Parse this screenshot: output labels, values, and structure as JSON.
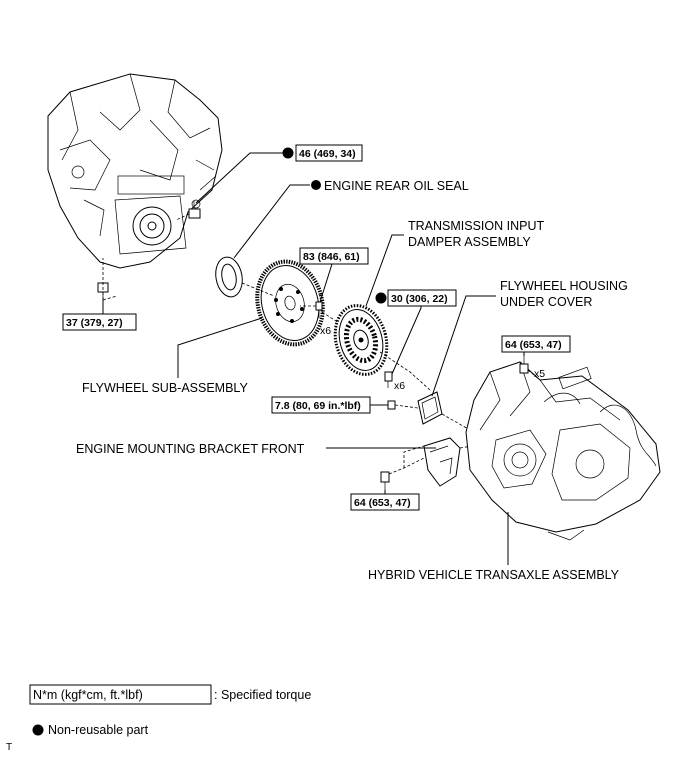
{
  "labels": {
    "engine_rear_oil_seal": "ENGINE REAR OIL SEAL",
    "transmission_input_damper_1": "TRANSMISSION INPUT",
    "transmission_input_damper_2": "DAMPER ASSEMBLY",
    "flywheel_housing_under_cover_1": "FLYWHEEL HOUSING",
    "flywheel_housing_under_cover_2": "UNDER COVER",
    "flywheel_sub_assembly": "FLYWHEEL SUB-ASSEMBLY",
    "engine_mounting_bracket_front": "ENGINE MOUNTING BRACKET FRONT",
    "hybrid_vehicle_transaxle_assembly": "HYBRID VEHICLE TRANSAXLE ASSEMBLY"
  },
  "torques": {
    "engine_bolt_top": "46 (469, 34)",
    "engine_bolt_bottom": "37 (379, 27)",
    "flywheel_bolt": "83 (846, 61)",
    "damper_bolt": "30 (306, 22)",
    "transaxle_bolt_top": "64 (653, 47)",
    "under_cover_bolt": "7.8 (80, 69 in.*lbf)",
    "bracket_bolt": "64 (653, 47)"
  },
  "multipliers": {
    "flywheel_bolt": "x6",
    "damper_bolt": "x6",
    "transaxle_bolt_top": "x5"
  },
  "legend": {
    "torque_box": "N*m (kgf*cm, ft.*lbf)",
    "torque_desc": ": Specified torque",
    "non_reusable": "Non-reusable part"
  },
  "footer": {
    "code": "T"
  }
}
